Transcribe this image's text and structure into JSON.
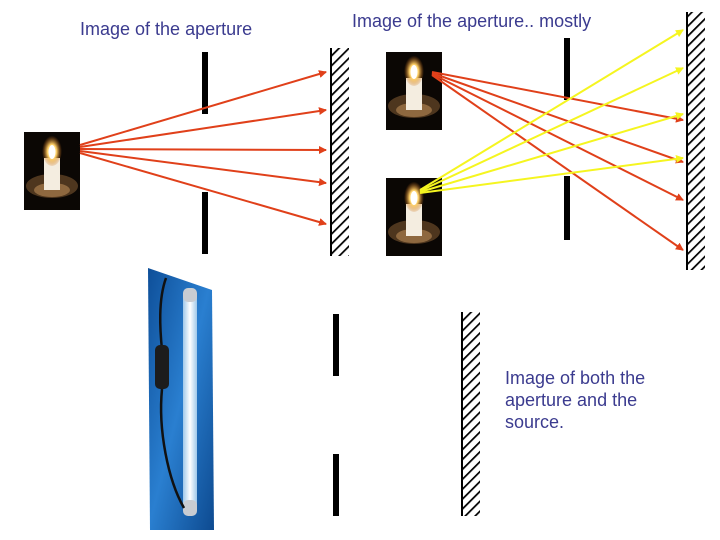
{
  "captions": {
    "left": "Image of the aperture",
    "middle": "Image of the aperture.. mostly",
    "bottom": "Image of both the aperture and the source."
  },
  "colors": {
    "red_ray": "#e0401a",
    "yellow_ray": "#f5f520",
    "caption_text": "#3b3b8f",
    "barrier": "#000000",
    "tube_background": "#1a66b8"
  },
  "icons": {
    "candle": "candle-photo-icon",
    "fluorescent_tube": "fluorescent-tube-photo-icon"
  }
}
